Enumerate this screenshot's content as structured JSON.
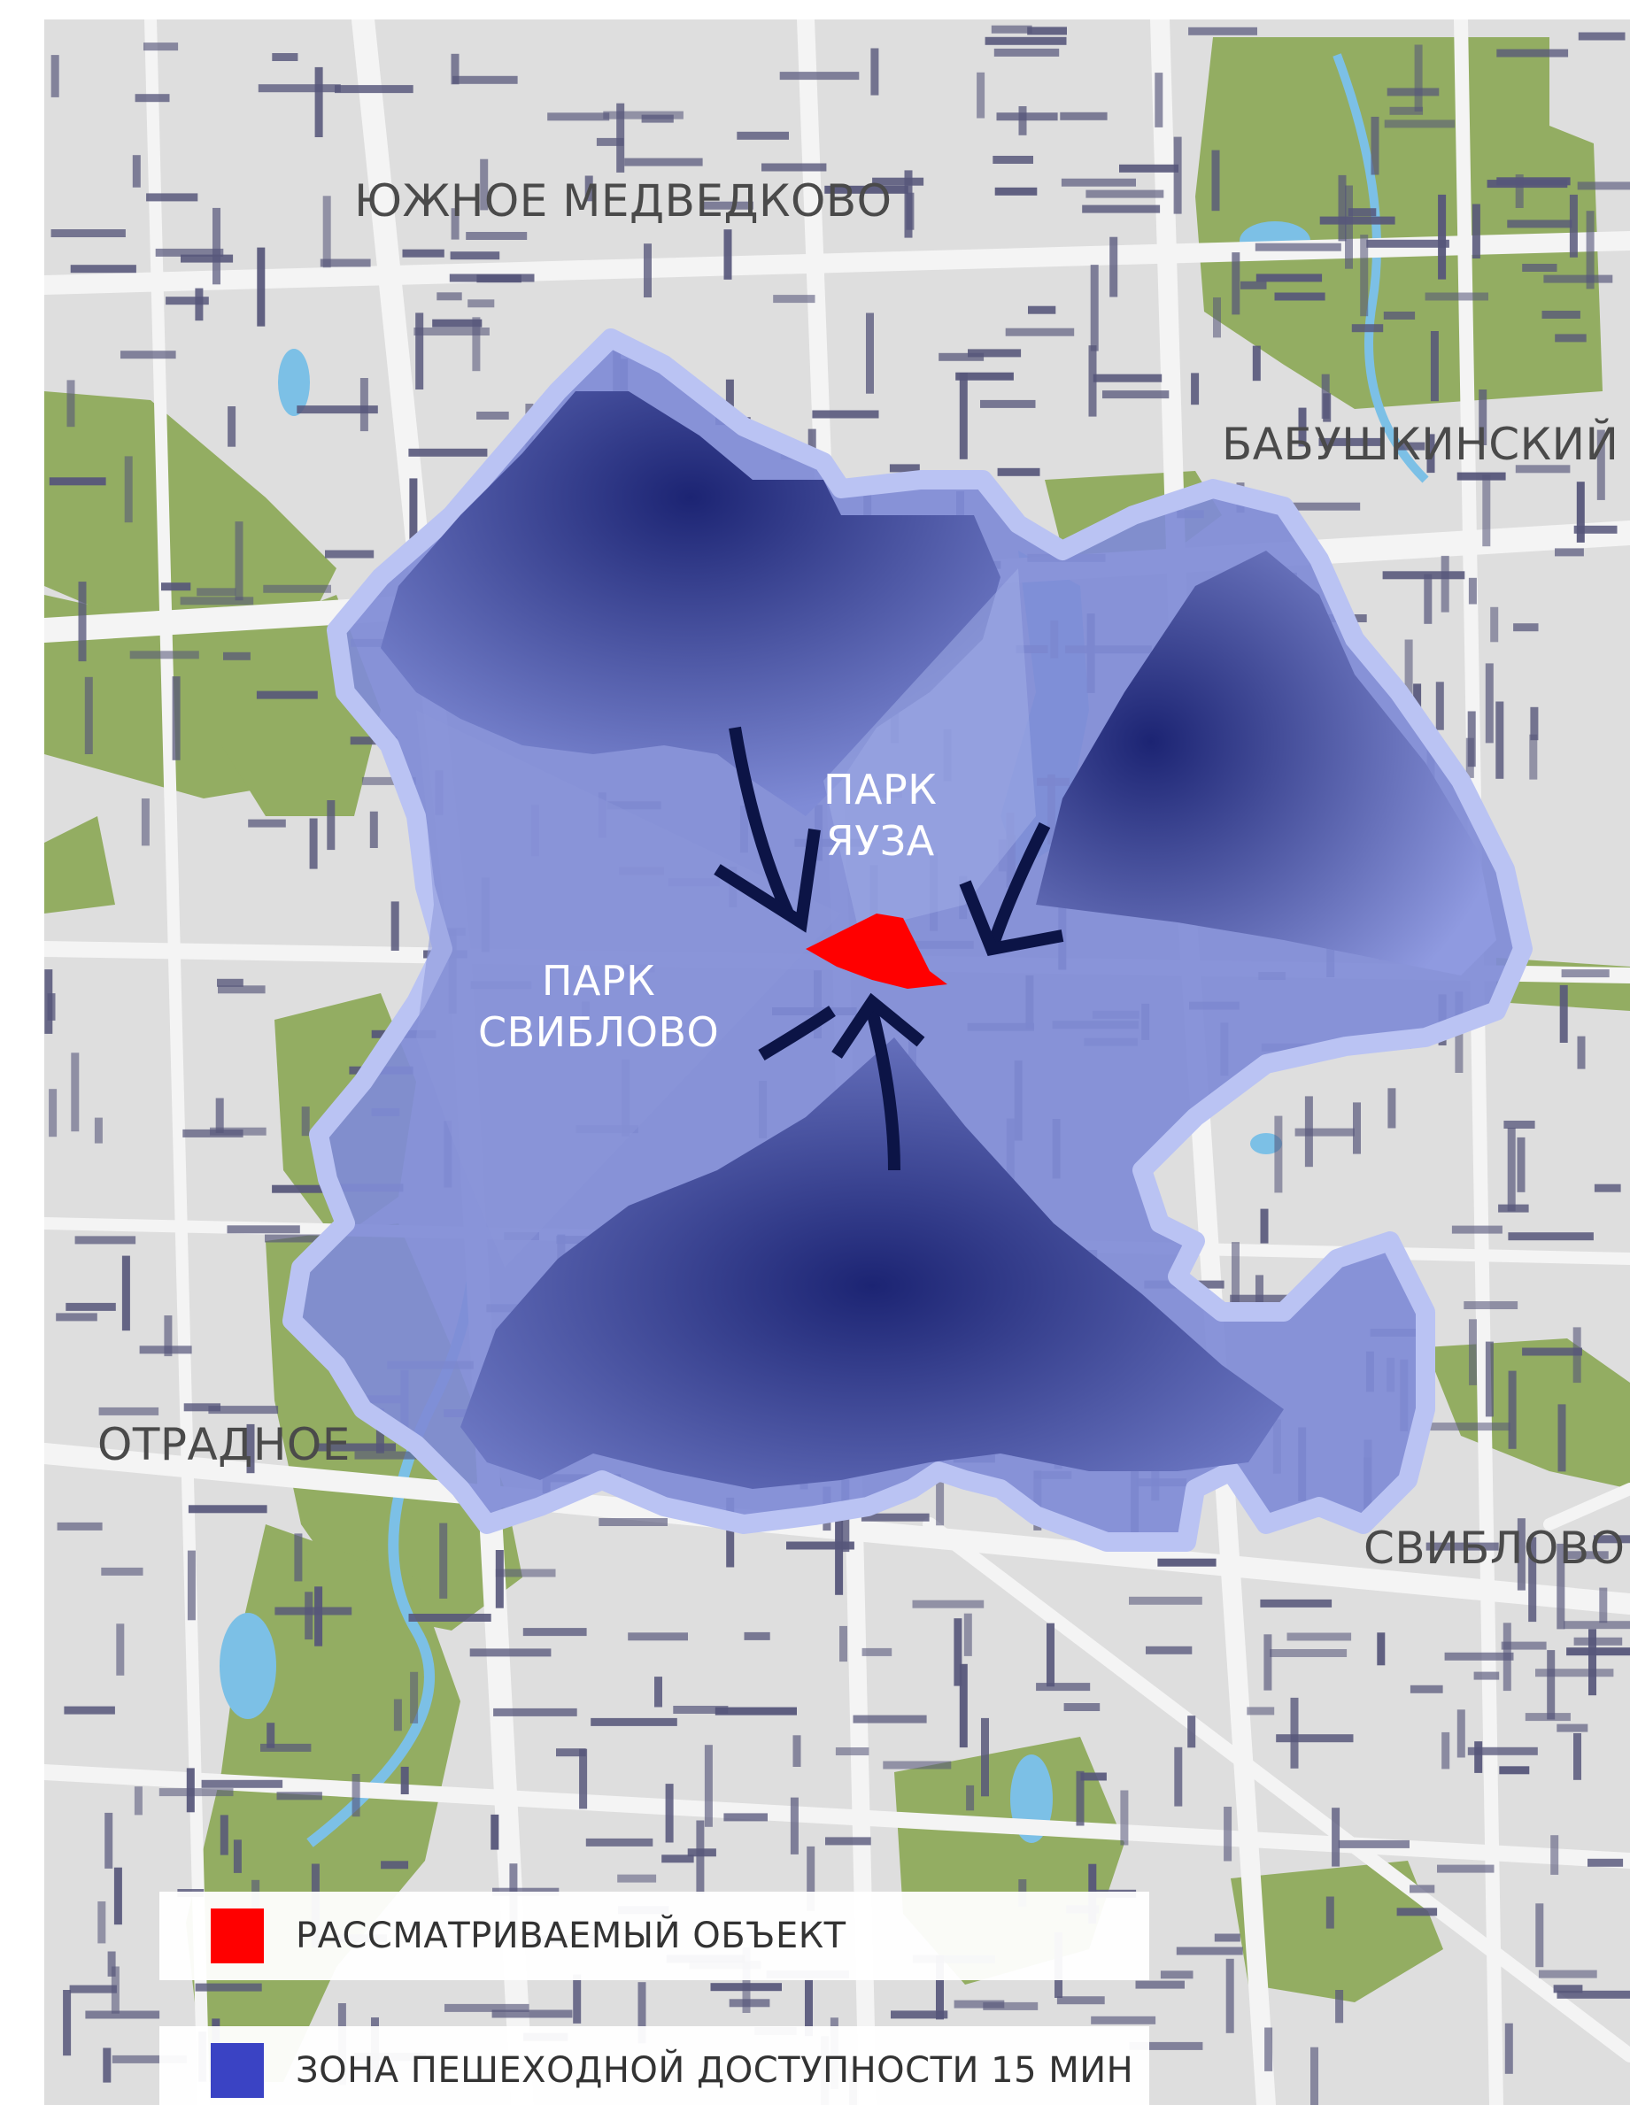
{
  "colors": {
    "background": "#dedede",
    "street": "#f4f4f4",
    "building": "#56567a",
    "park": "#93ad62",
    "water": "#7cc0e6",
    "zone_fill": "#7f8bd6",
    "zone_deep": "#1c2473",
    "zone_outline": "#bac3f3",
    "arrow": "#0c1446",
    "object": "#ff0000",
    "legend_zone": "#3a43c4"
  },
  "districts": {
    "north": "ЮЖНОЕ МЕДВЕДКОВО",
    "northeast": "БАБУШКИНСКИЙ",
    "west": "ОТРАДНОЕ",
    "southeast": "СВИБЛОВО"
  },
  "parks": {
    "yauza": {
      "line1": "ПАРК",
      "line2": "ЯУЗА"
    },
    "sviblovo": {
      "line1": "ПАРК",
      "line2": "СВИБЛОВО"
    }
  },
  "legend": [
    {
      "label": "РАССМАТРИВАЕМЫЙ ОБЪЕКТ",
      "color": "#ff0000"
    },
    {
      "label": "ЗОНА ПЕШЕХОДНОЙ ДОСТУПНОСТИ 15 МИН",
      "color": "#3a43c4"
    }
  ],
  "icons": {
    "arrows": "arrow-icon",
    "object": "object-marker"
  }
}
